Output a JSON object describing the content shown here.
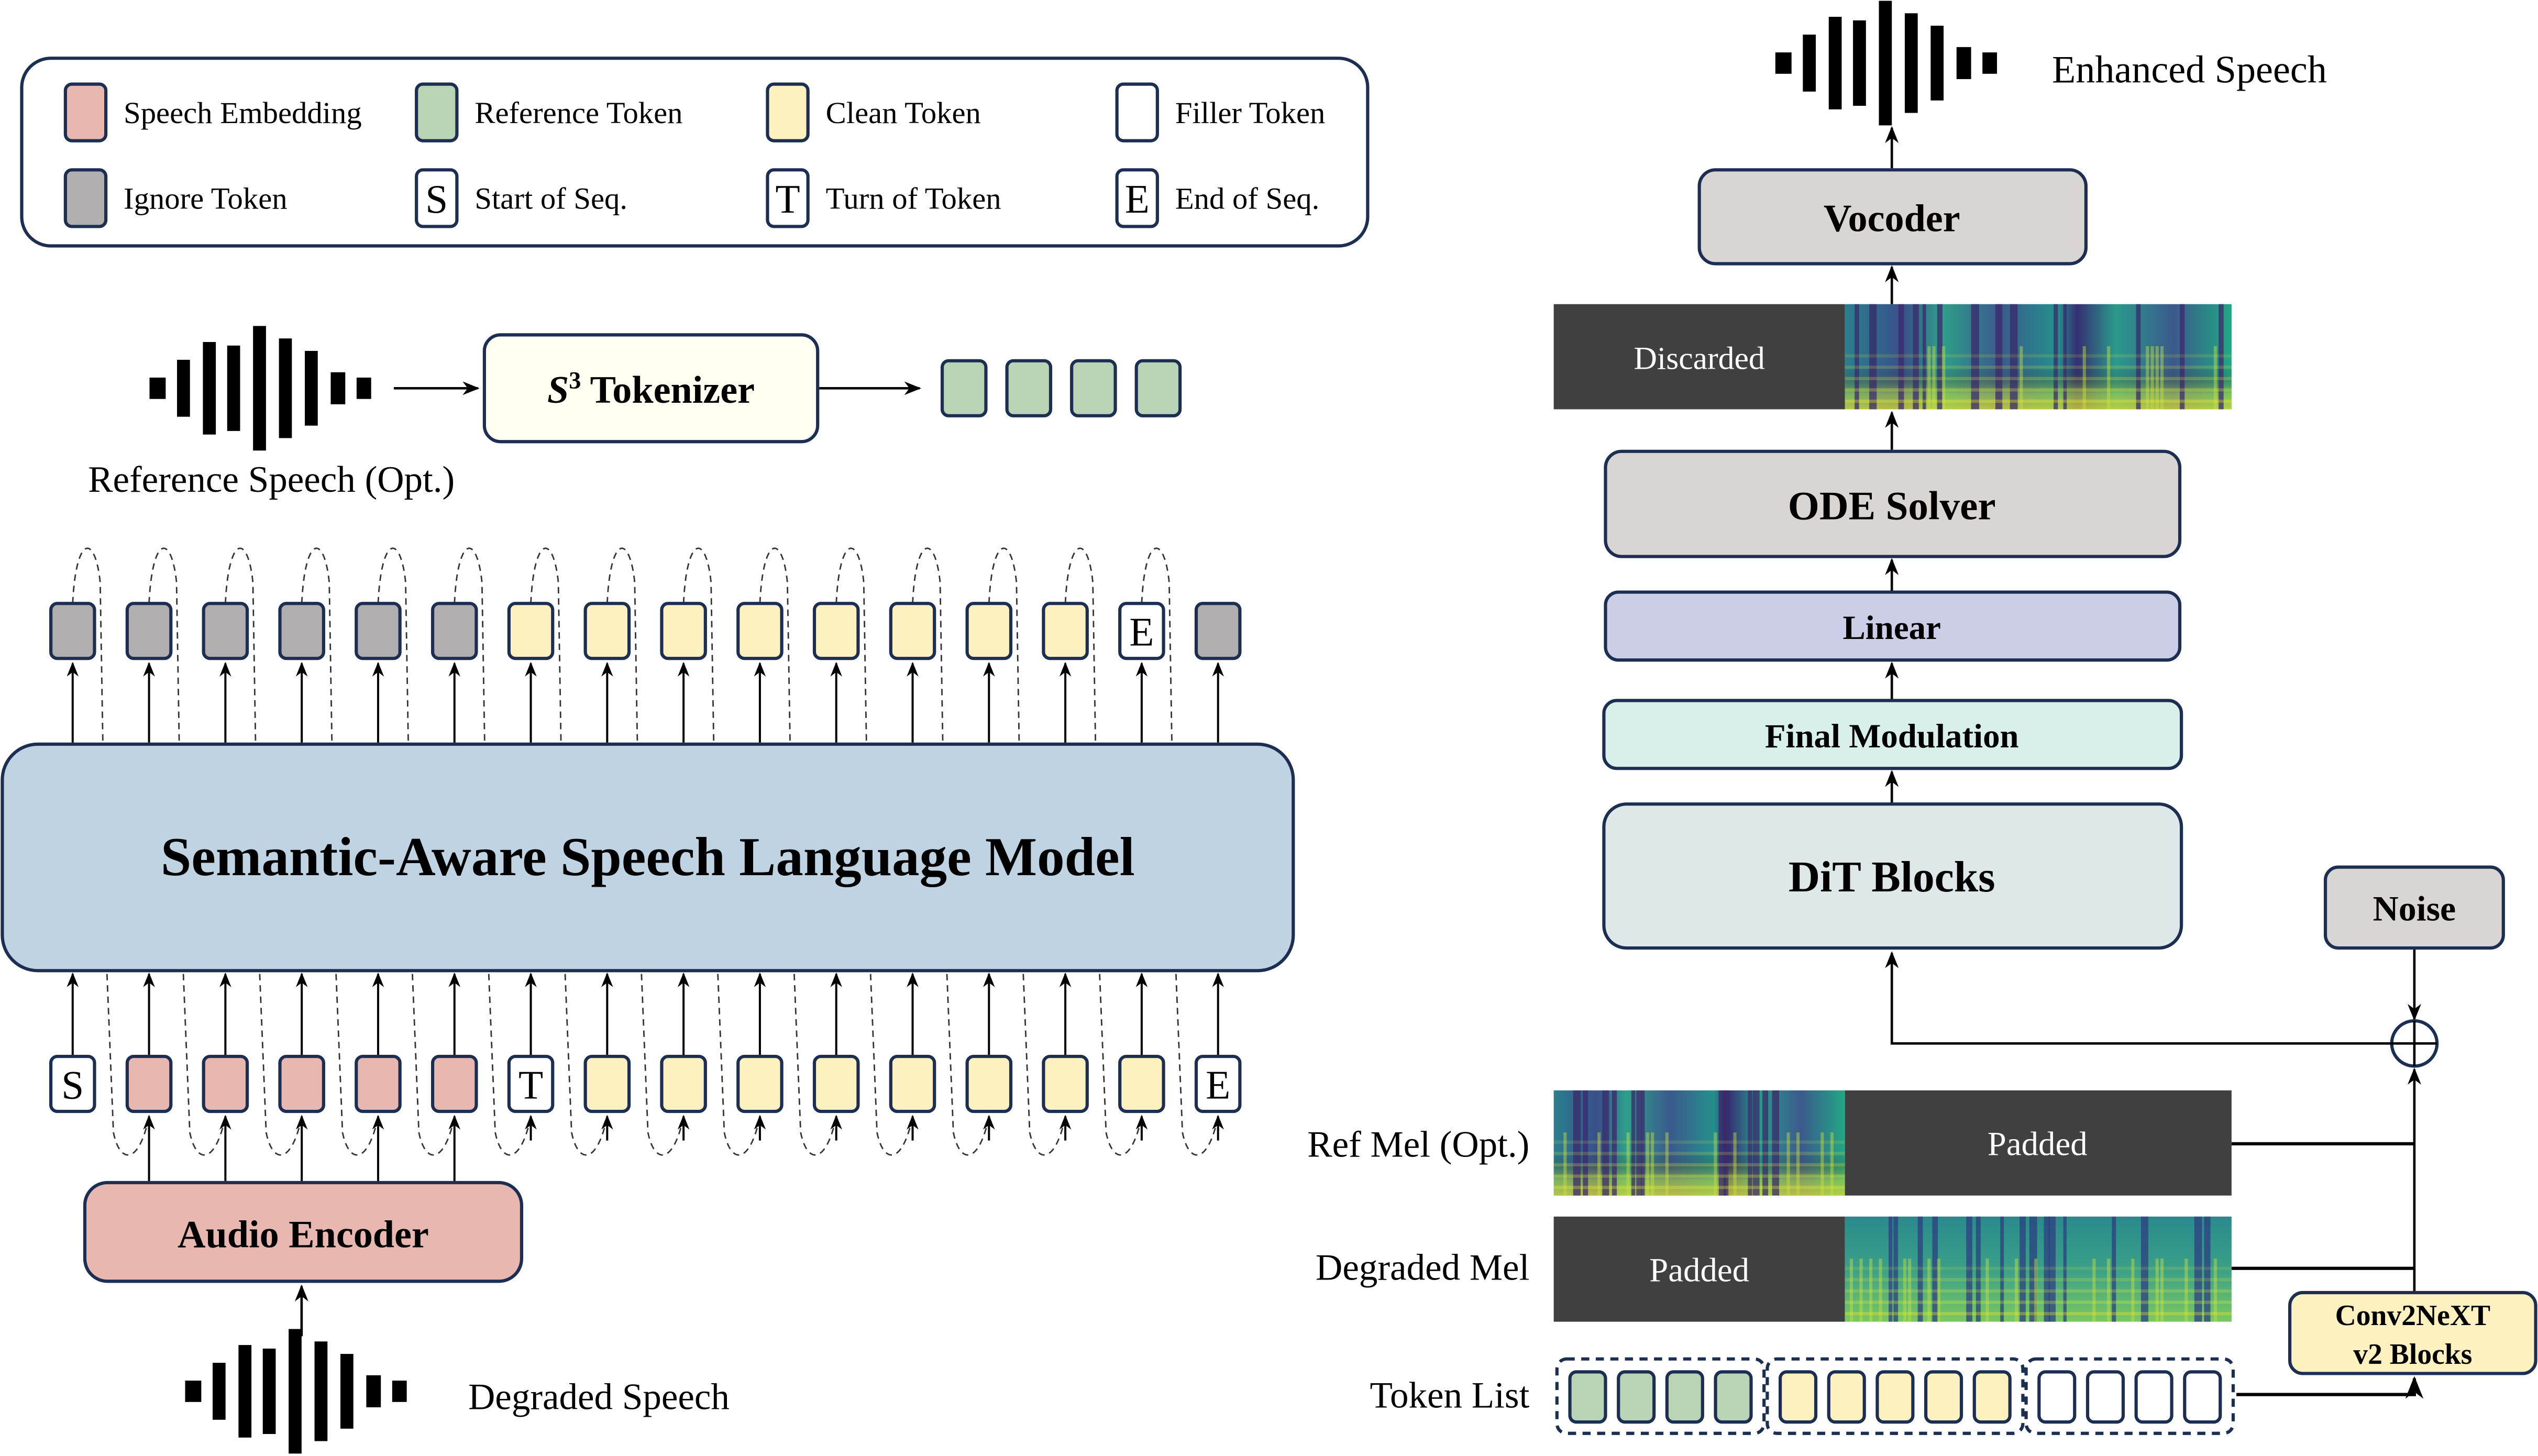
{
  "legend": {
    "items": [
      {
        "label": "Speech Embedding",
        "kind": "speech_embedding",
        "glyph": ""
      },
      {
        "label": "Reference Token",
        "kind": "reference",
        "glyph": ""
      },
      {
        "label": "Clean Token",
        "kind": "clean",
        "glyph": ""
      },
      {
        "label": "Filler Token",
        "kind": "filler",
        "glyph": ""
      },
      {
        "label": "Ignore Token",
        "kind": "ignore",
        "glyph": ""
      },
      {
        "label": "Start of Seq.",
        "kind": "filler",
        "glyph": "S"
      },
      {
        "label": "Turn of Token",
        "kind": "filler",
        "glyph": "T"
      },
      {
        "label": "End of Seq.",
        "kind": "filler",
        "glyph": "E"
      }
    ]
  },
  "colors": {
    "speech_embedding": "#e8b8b0",
    "reference": "#b8d4b4",
    "clean": "#fdf1bf",
    "filler": "#ffffff",
    "ignore": "#b0aeae",
    "border": "#1c2e52",
    "slm_fill": "#bfd3e3",
    "tokenizer_fill": "#fffff2",
    "audio_encoder_fill": "#e8b8b0",
    "vocoder_fill": "#d9d5d2",
    "ode_fill": "#d9d5d2",
    "linear_fill": "#cccde6",
    "final_mod_fill": "#d9efe9",
    "dit_fill": "#dfe8e8",
    "noise_fill": "#d9d5d2",
    "conv_fill": "#fdf1bf",
    "padded_fill": "#404040"
  },
  "left": {
    "tokenizer_label_prefix": "S",
    "tokenizer_label_sup": "3",
    "tokenizer_label_suffix": " Tokenizer",
    "reference_speech_label": "Reference Speech (Opt.)",
    "reference_tokens": [
      "reference",
      "reference",
      "reference",
      "reference"
    ],
    "slm_label": "Semantic-Aware Speech Language Model",
    "output_tokens": [
      {
        "kind": "ignore",
        "glyph": ""
      },
      {
        "kind": "ignore",
        "glyph": ""
      },
      {
        "kind": "ignore",
        "glyph": ""
      },
      {
        "kind": "ignore",
        "glyph": ""
      },
      {
        "kind": "ignore",
        "glyph": ""
      },
      {
        "kind": "ignore",
        "glyph": ""
      },
      {
        "kind": "clean",
        "glyph": ""
      },
      {
        "kind": "clean",
        "glyph": ""
      },
      {
        "kind": "clean",
        "glyph": ""
      },
      {
        "kind": "clean",
        "glyph": ""
      },
      {
        "kind": "clean",
        "glyph": ""
      },
      {
        "kind": "clean",
        "glyph": ""
      },
      {
        "kind": "clean",
        "glyph": ""
      },
      {
        "kind": "clean",
        "glyph": ""
      },
      {
        "kind": "filler",
        "glyph": "E"
      },
      {
        "kind": "ignore",
        "glyph": ""
      }
    ],
    "input_tokens": [
      {
        "kind": "filler",
        "glyph": "S"
      },
      {
        "kind": "speech_embedding",
        "glyph": ""
      },
      {
        "kind": "speech_embedding",
        "glyph": ""
      },
      {
        "kind": "speech_embedding",
        "glyph": ""
      },
      {
        "kind": "speech_embedding",
        "glyph": ""
      },
      {
        "kind": "speech_embedding",
        "glyph": ""
      },
      {
        "kind": "filler",
        "glyph": "T"
      },
      {
        "kind": "clean",
        "glyph": ""
      },
      {
        "kind": "clean",
        "glyph": ""
      },
      {
        "kind": "clean",
        "glyph": ""
      },
      {
        "kind": "clean",
        "glyph": ""
      },
      {
        "kind": "clean",
        "glyph": ""
      },
      {
        "kind": "clean",
        "glyph": ""
      },
      {
        "kind": "clean",
        "glyph": ""
      },
      {
        "kind": "clean",
        "glyph": ""
      },
      {
        "kind": "filler",
        "glyph": "E"
      }
    ],
    "audio_encoder_label": "Audio Encoder",
    "degraded_speech_label": "Degraded Speech"
  },
  "right": {
    "enhanced_speech_label": "Enhanced Speech",
    "vocoder_label": "Vocoder",
    "discarded_label": "Discarded",
    "ode_solver_label": "ODE Solver",
    "linear_label": "Linear",
    "final_modulation_label": "Final Modulation",
    "dit_blocks_label": "DiT Blocks",
    "noise_label": "Noise",
    "ref_mel_label": "Ref Mel (Opt.)",
    "degraded_mel_label": "Degraded Mel",
    "token_list_label": "Token List",
    "padded_label_ref": "Padded",
    "padded_label_degraded": "Padded",
    "conv_label_line1": "Conv2NeXT",
    "conv_label_line2": "v2 Blocks",
    "token_list_groups": [
      [
        "reference",
        "reference",
        "reference",
        "reference"
      ],
      [
        "clean",
        "clean",
        "clean",
        "clean",
        "clean"
      ],
      [
        "filler",
        "filler",
        "filler",
        "filler"
      ]
    ]
  }
}
